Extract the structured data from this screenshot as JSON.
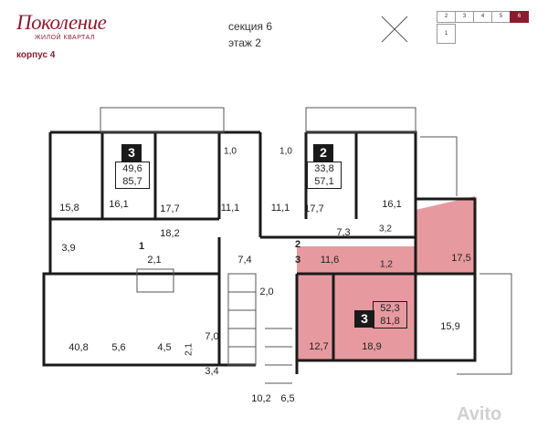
{
  "logo": {
    "wordmark": "Поколение",
    "tagline": "ЖИЛОЙ КВАРТАЛ"
  },
  "building": "корпус 4",
  "section": "секция 6",
  "floor": "этаж 2",
  "section_selector": [
    "2",
    "3",
    "4",
    "5",
    "6",
    "1"
  ],
  "apartments": [
    {
      "rooms": "3",
      "area_living": "49,6",
      "area_total": "85,7",
      "highlighted": false
    },
    {
      "rooms": "2",
      "area_living": "33,8",
      "area_total": "57,1",
      "highlighted": false
    },
    {
      "rooms": "3",
      "area_living": "52,3",
      "area_total": "81,8",
      "highlighted": true
    }
  ],
  "room_areas": [
    "15,8",
    "16,1",
    "17,7",
    "1,0",
    "11,1",
    "11,1",
    "1,0",
    "17,7",
    "16,1",
    "3,9",
    "18,2",
    "3,2",
    "7,3",
    "17,5",
    "1",
    "2,1",
    "7,4",
    "2",
    "3",
    "11,6",
    "1,2",
    "2,0",
    "40,8",
    "5,6",
    "4,5",
    "2,1",
    "7,0",
    "12,7",
    "18,9",
    "15,9",
    "3,4",
    "10,2",
    "6,5"
  ],
  "watermark": "Avito",
  "colors": {
    "brand": "#8a1c2e",
    "highlight": "#e69a9f"
  }
}
